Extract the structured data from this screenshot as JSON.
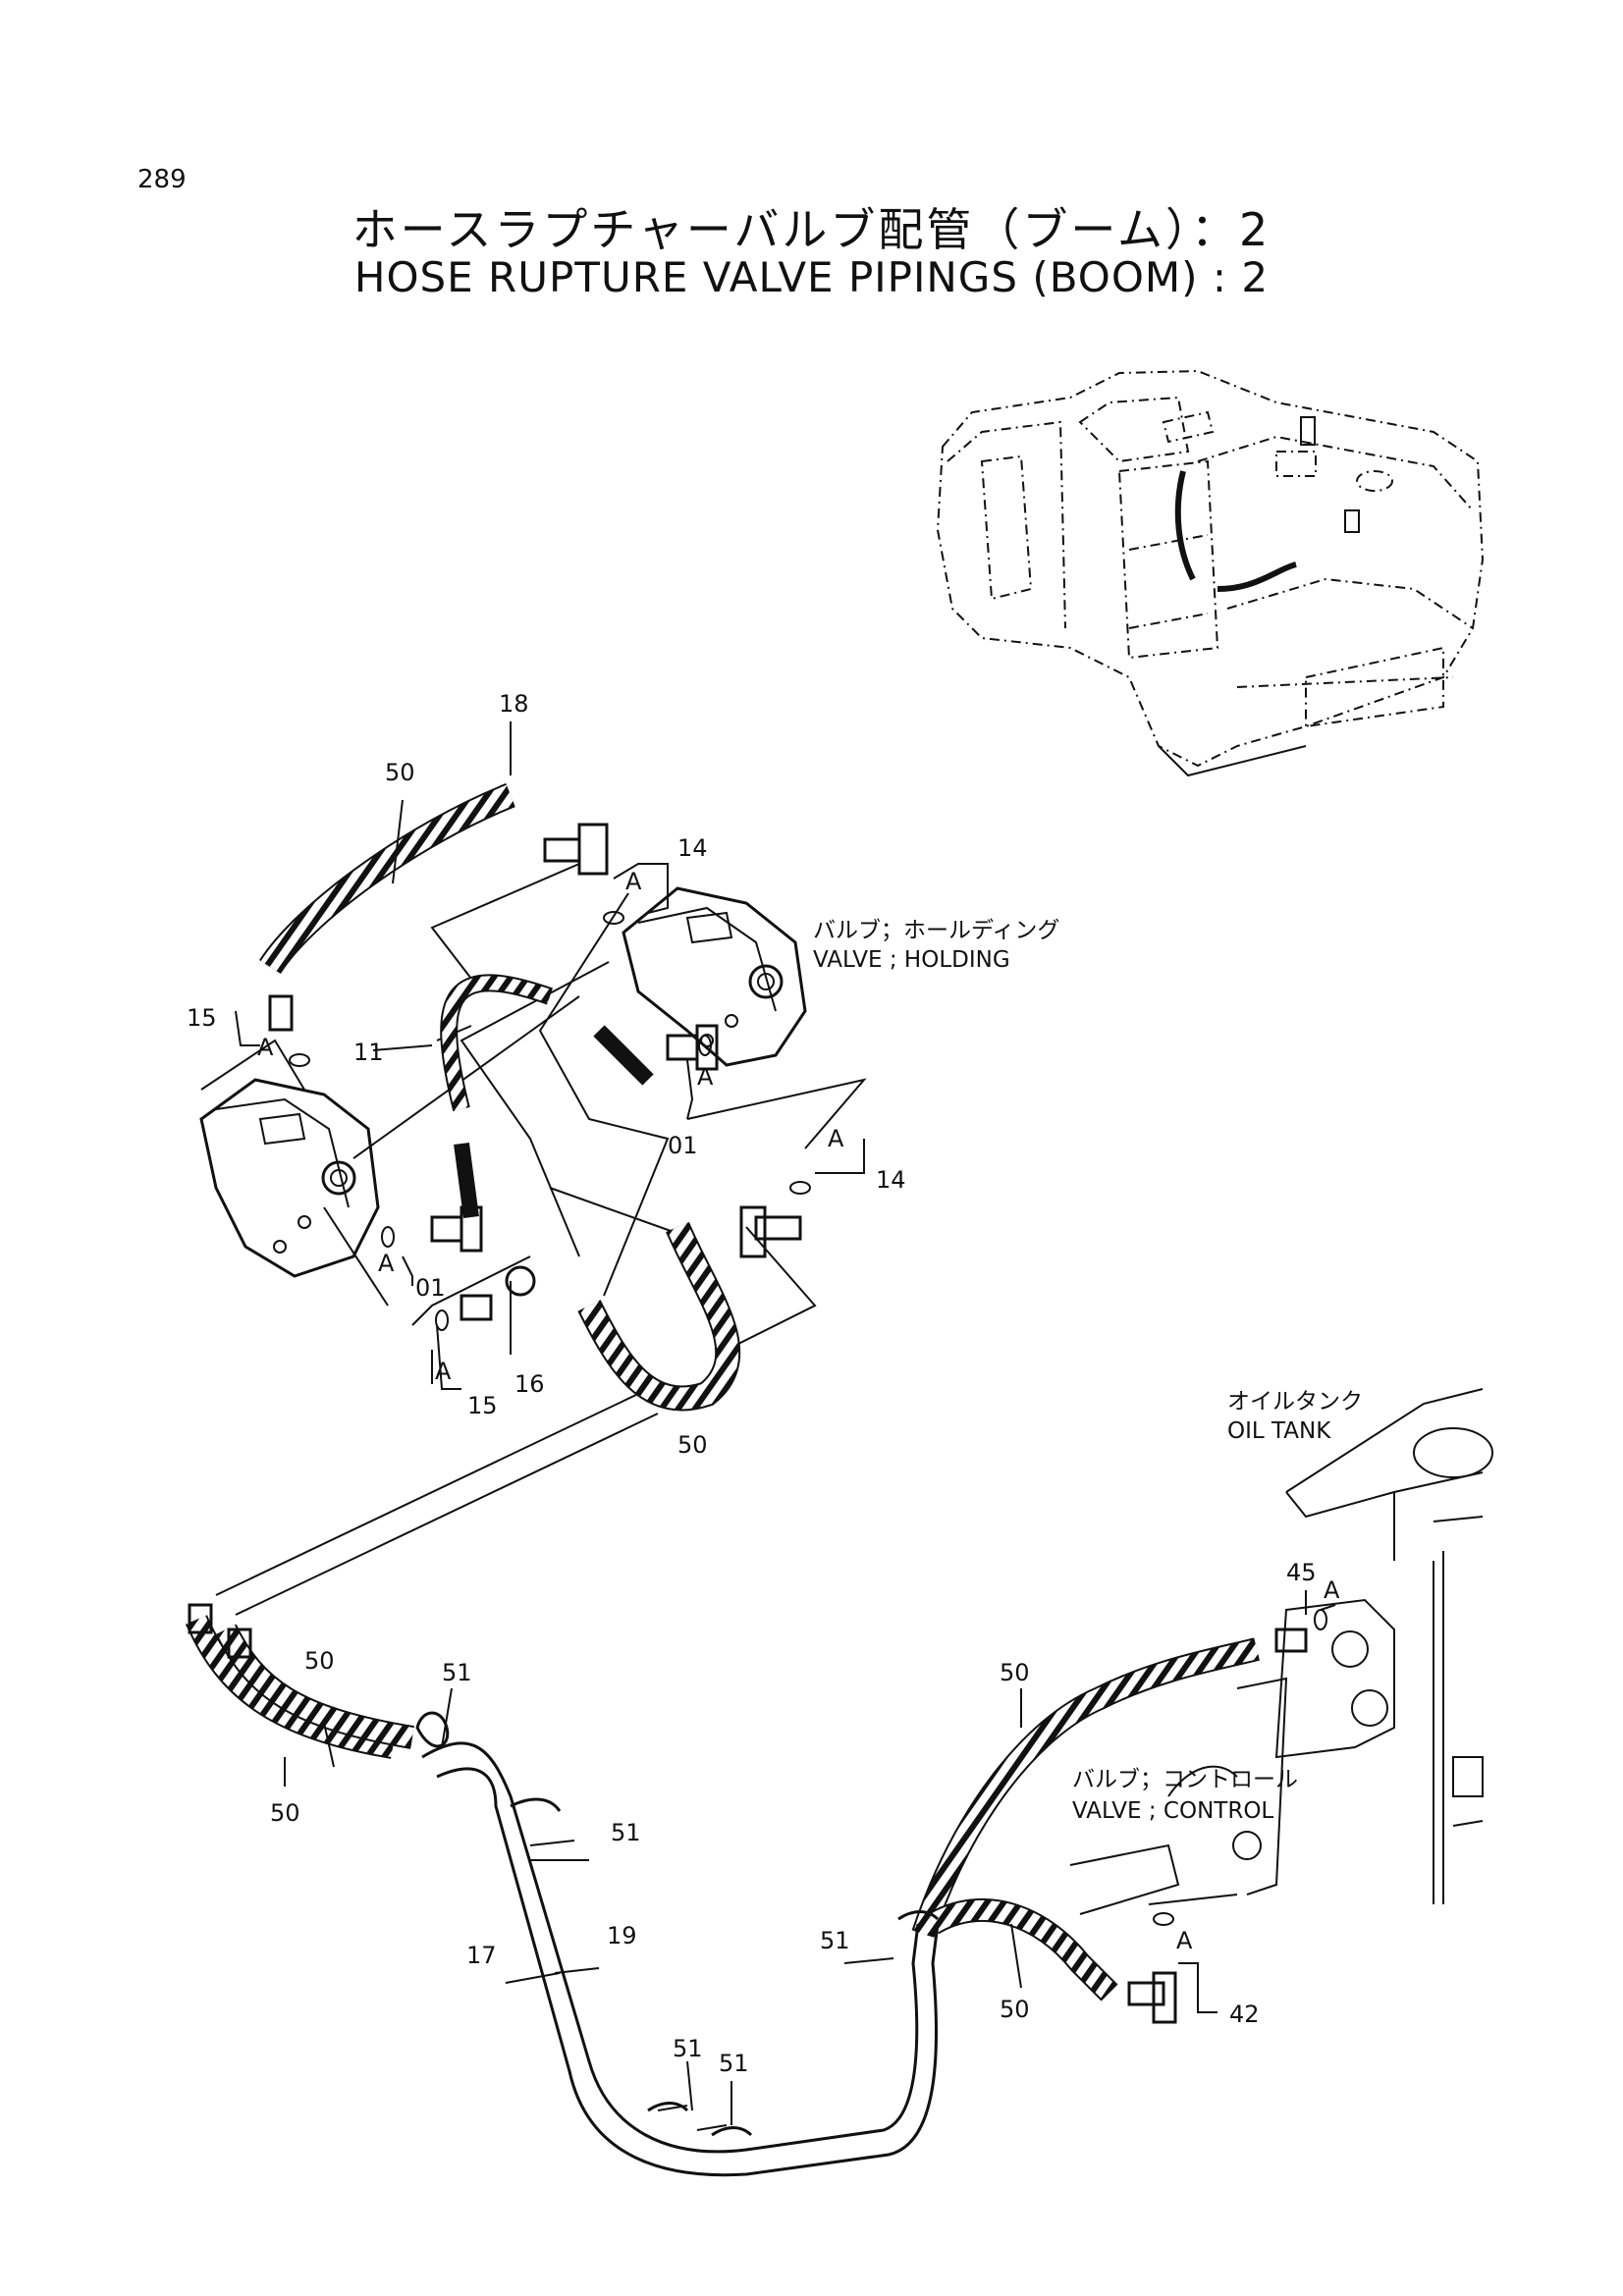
{
  "page_number": "289",
  "title": {
    "jp": "ホースラプチャーバルブ配管（ブーム）：2",
    "en": "HOSE RUPTURE VALVE PIPINGS (BOOM) : 2"
  },
  "captions": {
    "holding_jp": "バルブ；ホールディング",
    "holding_en": "VALVE ; HOLDING",
    "oiltank_jp": "オイルタンク",
    "oiltank_en": "OIL TANK",
    "control_jp": "バルブ；コントロール",
    "control_en": "VALVE ; CONTROL"
  },
  "callouts": {
    "c18": "18",
    "c50a": "50",
    "c14a": "14",
    "a1": "A",
    "c15a": "15",
    "a2": "A",
    "c11": "11",
    "a3": "A",
    "c01a": "01",
    "c14b": "14",
    "a4": "A",
    "a5": "A",
    "c01b": "01",
    "a6": "A",
    "c16": "16",
    "c15b": "15",
    "c50b": "50",
    "c45": "45",
    "a7": "A",
    "c50c": "50",
    "c51a": "51",
    "c50d": "50",
    "c51b": "51",
    "c17": "17",
    "c19": "19",
    "c50e": "50",
    "c51c": "51",
    "c50f": "50",
    "a8": "A",
    "c42": "42",
    "c51d": "51",
    "c51e": "51"
  }
}
